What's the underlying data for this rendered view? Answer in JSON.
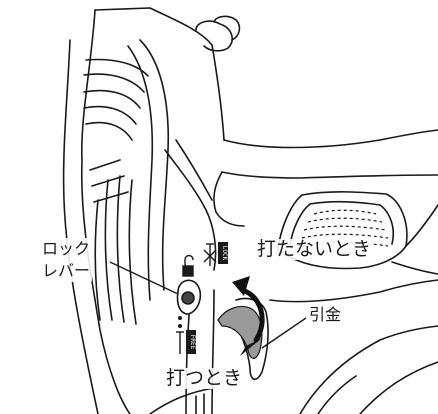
{
  "labels": {
    "lock_lever_line1": "ロック",
    "lock_lever_line2": "レバー",
    "when_not_striking": "打たないとき",
    "when_striking": "打つとき",
    "trigger": "引金"
  },
  "icons": {
    "lock_indicator": "padlock-open-icon",
    "no_strike_indicator": "nail-crossed-icon",
    "free_indicator": "nail-free-icon"
  },
  "icon_text": {
    "lock_badge": "LOCK",
    "free_badge": "FREE"
  },
  "colors": {
    "line": "#1a1a1a",
    "arrow": "#111111",
    "trigger_fill": "#9a9a9a",
    "background": "#ffffff"
  }
}
